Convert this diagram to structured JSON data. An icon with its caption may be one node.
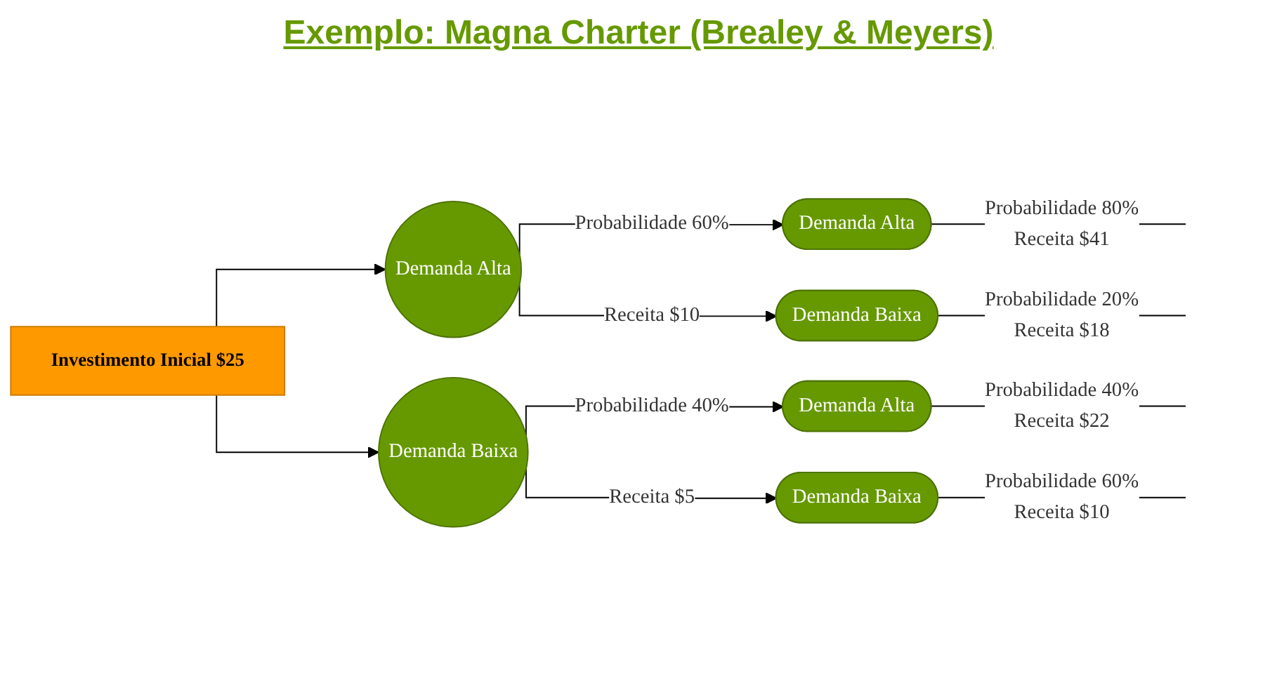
{
  "diagram": {
    "title": "Exemplo: Magna Charter (Brealey & Meyers)",
    "nodes": [
      {
        "text": [
          "Investimento Inicial $25"
        ]
      },
      {
        "text": [
          "Demanda Alta"
        ]
      },
      {
        "text": [
          "Demanda Baixa"
        ]
      },
      {
        "text": [
          "Demanda Alta"
        ],
        "beside": [
          "Probabilidade 80%",
          "Receita $41"
        ]
      },
      {
        "text": [
          "Demanda Baixa"
        ],
        "beside": [
          "Probabilidade 20%",
          "Receita $18"
        ]
      },
      {
        "text": [
          "Demanda Alta"
        ],
        "beside": [
          "Probabilidade 40%",
          "Receita $22"
        ]
      },
      {
        "text": [
          "Demanda Baixa"
        ],
        "beside": [
          "Probabilidade 60%",
          "Receita $10"
        ]
      }
    ],
    "edges": [
      {
        "from": 0,
        "to": 1,
        "arrow": "to"
      },
      {
        "from": 0,
        "to": 2,
        "arrow": "to"
      },
      {
        "from": 1,
        "to": 3,
        "arrow": "to",
        "label": "Probabilidade 60%"
      },
      {
        "from": 1,
        "to": 4,
        "arrow": "to",
        "label": "Receita $10"
      },
      {
        "from": 2,
        "to": 5,
        "arrow": "to",
        "label": "Probabilidade 40%"
      },
      {
        "from": 2,
        "to": 6,
        "arrow": "to",
        "label": "Receita $5"
      },
      {
        "from": 3,
        "to": null,
        "arrow": "none"
      },
      {
        "from": 4,
        "to": null,
        "arrow": "none"
      },
      {
        "from": 5,
        "to": null,
        "arrow": "none"
      },
      {
        "from": 6,
        "to": null,
        "arrow": "none"
      }
    ]
  }
}
